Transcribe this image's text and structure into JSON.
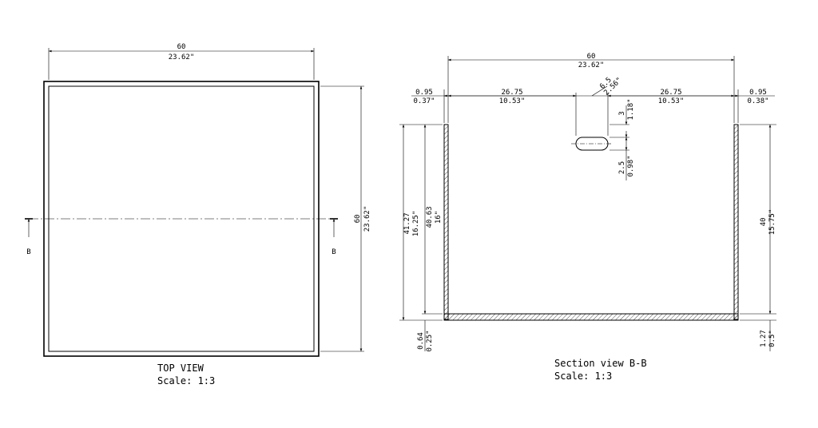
{
  "top_view": {
    "width_mm": "60",
    "width_in": "23.62\"",
    "depth_mm": "60",
    "depth_in": "23.62\"",
    "section_mark": "B",
    "title": "TOP VIEW",
    "scale": "Scale:  1:3"
  },
  "section_view": {
    "overall_mm": "60",
    "overall_in": "23.62\"",
    "wall_left_mm": "0.95",
    "wall_left_in": "0.37\"",
    "left_span_mm": "26.75",
    "left_span_in": "10.53\"",
    "slot_len_mm": "6.5",
    "slot_len_in": "2.56\"",
    "right_span_mm": "26.75",
    "right_span_in": "10.53\"",
    "wall_right_mm": "0.95",
    "wall_right_in": "0.38\"",
    "slot_top_mm": "3",
    "slot_top_in": "1.18\"",
    "slot_h_mm": "2.5",
    "slot_h_in": "0.98\"",
    "outer_h_mm": "41.27",
    "outer_h_in": "16.25\"",
    "inner_h_mm": "40.63",
    "inner_h_in": "16\"",
    "right_h_mm": "40",
    "right_h_in": "15.75\"",
    "bottom_left_mm": "0.64",
    "bottom_left_in": "0.25\"",
    "bottom_right_mm": "1.27",
    "bottom_right_in": "0.5\"",
    "title": "Section view B-B",
    "scale": "Scale:   1:3"
  }
}
